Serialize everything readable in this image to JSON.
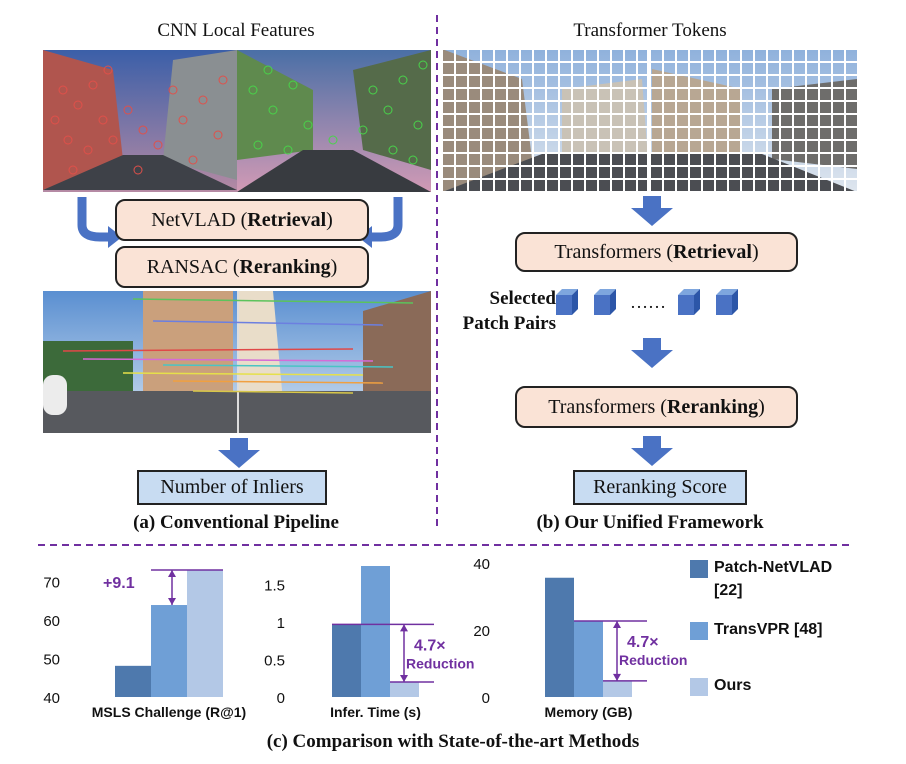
{
  "left": {
    "title": "CNN Local Features",
    "retrieval_box": {
      "prefix": "NetVLAD (",
      "bold": "Retrieval",
      "suffix": ")"
    },
    "reranking_box": {
      "prefix": "RANSAC (",
      "bold": "Reranking",
      "suffix": ")"
    },
    "result_box": "Number of  Inliers",
    "caption": "(a) Conventional Pipeline"
  },
  "right": {
    "title": "Transformer Tokens",
    "retrieval_box": {
      "prefix": "Transformers (",
      "bold": "Retrieval",
      "suffix": ")"
    },
    "patch_label_1": "Selected",
    "patch_label_2": "Patch Pairs",
    "dots": "……",
    "reranking_box": {
      "prefix": "Transformers (",
      "bold": "Reranking",
      "suffix": ")"
    },
    "result_box": "Reranking Score",
    "caption": "(b) Our Unified Framework"
  },
  "bottom_caption": "(c) Comparison with State-of-the-art Methods",
  "legend": [
    {
      "label": "Patch-NetVLAD",
      "label2": "[22]",
      "color": "#4e79ad"
    },
    {
      "label": "TransVPR [48]",
      "color": "#6f9fd6"
    },
    {
      "label": "Ours",
      "color": "#b3c8e6"
    }
  ],
  "colors": {
    "arrow": "#4a72c4",
    "purple": "#7030a0",
    "peach": "#fae3d6",
    "result": "#c8dcf2"
  },
  "chart_data": [
    {
      "type": "bar",
      "xlabel": "MSLS Challenge (R@1)",
      "categories": [
        "Patch-NetVLAD [22]",
        "TransVPR [48]",
        "Ours"
      ],
      "values": [
        48.1,
        63.9,
        73.0
      ],
      "ylim": [
        40,
        73
      ],
      "ticks": [
        "40",
        "50",
        "60",
        "70"
      ],
      "annotation": "+9.1"
    },
    {
      "type": "bar",
      "xlabel": "Infer. Time (s)",
      "categories": [
        "Patch-NetVLAD [22]",
        "TransVPR [48]",
        "Ours"
      ],
      "values": [
        0.97,
        1.75,
        0.2
      ],
      "ylim": [
        0,
        1.75
      ],
      "ticks": [
        "0",
        "0.5",
        "1",
        "1.5"
      ],
      "annotation": "4.7×",
      "annotation2": "Reduction"
    },
    {
      "type": "bar",
      "xlabel": "Memory (GB)",
      "categories": [
        "Patch-NetVLAD [22]",
        "TransVPR [48]",
        "Ours"
      ],
      "values": [
        35.6,
        22.7,
        4.8
      ],
      "ylim": [
        0,
        40
      ],
      "ticks": [
        "0",
        "20",
        "40"
      ],
      "annotation": "4.7×",
      "annotation2": "Reduction"
    }
  ]
}
